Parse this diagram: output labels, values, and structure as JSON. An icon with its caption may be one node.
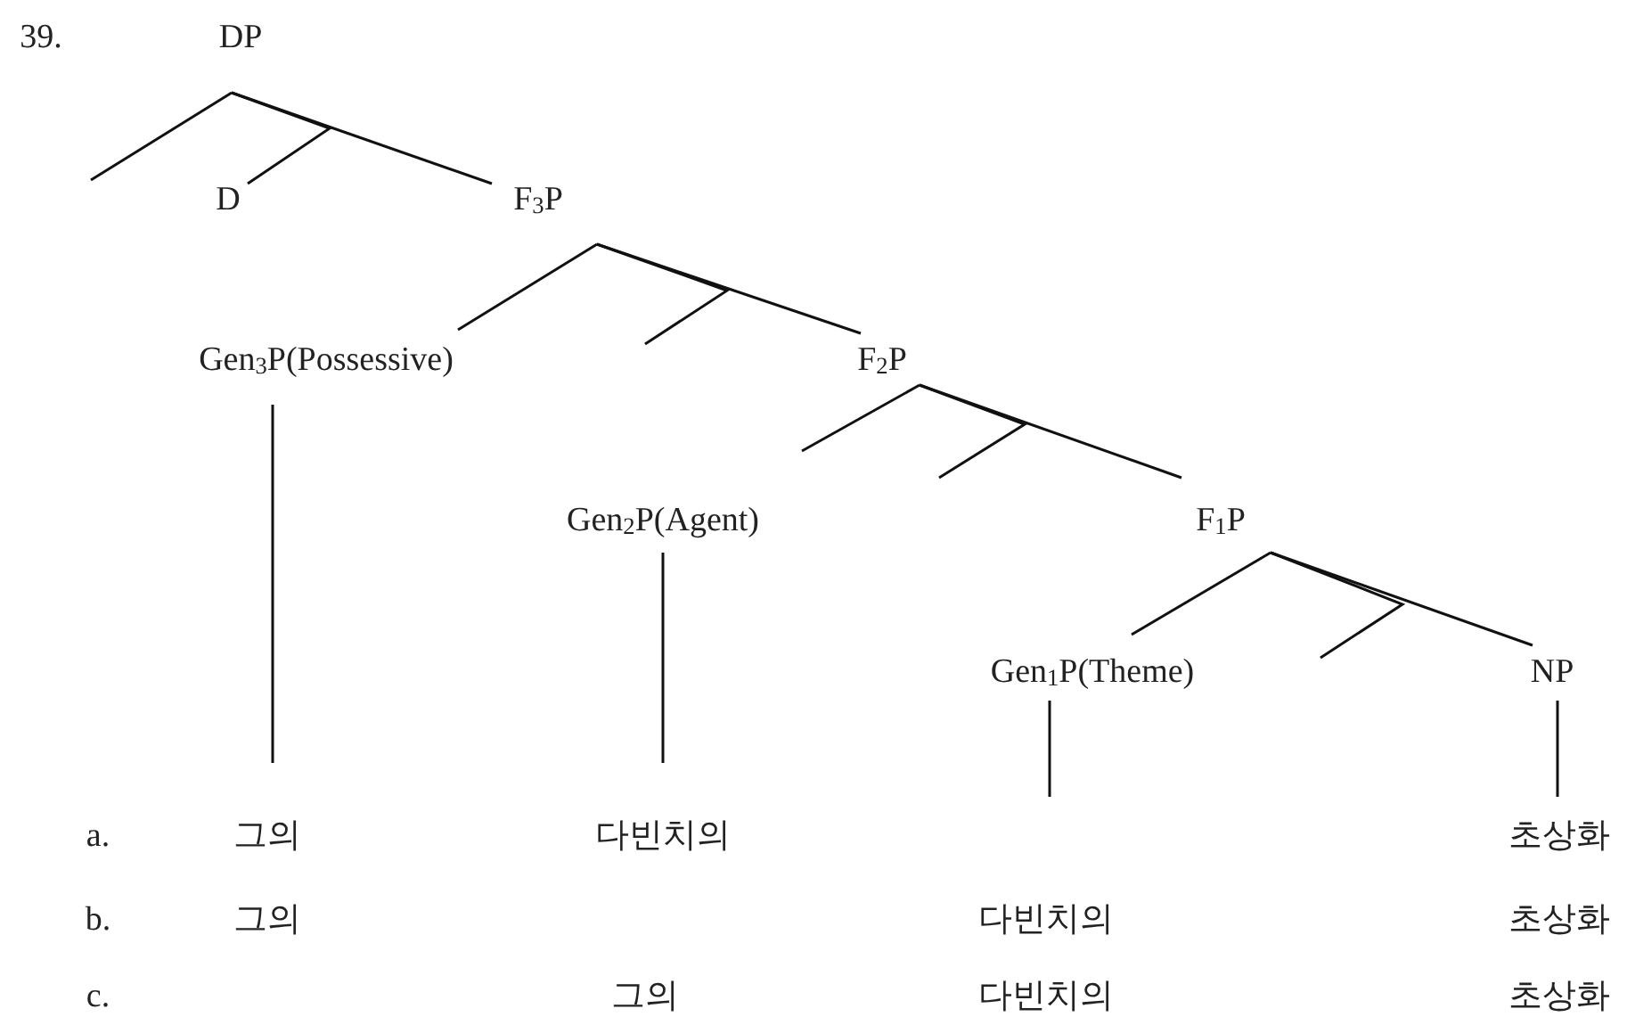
{
  "diagram": {
    "nodes": [
      {
        "text": [
          "DP"
        ]
      },
      {
        "text": [
          "D"
        ]
      },
      {
        "text": [
          "F$_{3}$P"
        ]
      },
      {
        "text": [
          "Gen$_{3}$P(Possessive)"
        ]
      },
      {
        "text": [
          "F$_{2}$P"
        ]
      },
      {
        "text": [
          "Gen$_{2}$P(Agent)"
        ]
      },
      {
        "text": [
          "F$_{1}$P"
        ]
      },
      {
        "text": [
          "Gen$_{1}$P(Theme)"
        ]
      },
      {
        "text": [
          "NP"
        ]
      },
      {
        "text": [
          "그의"
        ]
      },
      {
        "text": [
          "다빈치의"
        ]
      },
      {
        "text": [
          "초상화"
        ]
      }
    ],
    "edges": [
      {
        "from": 0,
        "to": null,
        "arrow": "none"
      },
      {
        "from": 0,
        "to": 1,
        "arrow": "none"
      },
      {
        "from": 0,
        "to": 2,
        "arrow": "none"
      },
      {
        "from": 2,
        "to": 3,
        "arrow": "none"
      },
      {
        "from": 2,
        "to": null,
        "arrow": "none"
      },
      {
        "from": 2,
        "to": 4,
        "arrow": "none"
      },
      {
        "from": 4,
        "to": 5,
        "arrow": "none"
      },
      {
        "from": 4,
        "to": null,
        "arrow": "none"
      },
      {
        "from": 4,
        "to": 6,
        "arrow": "none"
      },
      {
        "from": 6,
        "to": 7,
        "arrow": "none"
      },
      {
        "from": 6,
        "to": null,
        "arrow": "none"
      },
      {
        "from": 6,
        "to": 8,
        "arrow": "none"
      },
      {
        "from": 3,
        "to": 9,
        "arrow": "none"
      },
      {
        "from": 5,
        "to": 10,
        "arrow": "none"
      },
      {
        "from": 7,
        "to": null,
        "arrow": "none"
      },
      {
        "from": 8,
        "to": 11,
        "arrow": "none"
      }
    ],
    "labels": [
      "39.",
      "a.",
      "b.",
      "그의",
      "다빈치의",
      "초상화",
      "c.",
      "그의",
      "다빈치의",
      "초상화"
    ]
  }
}
